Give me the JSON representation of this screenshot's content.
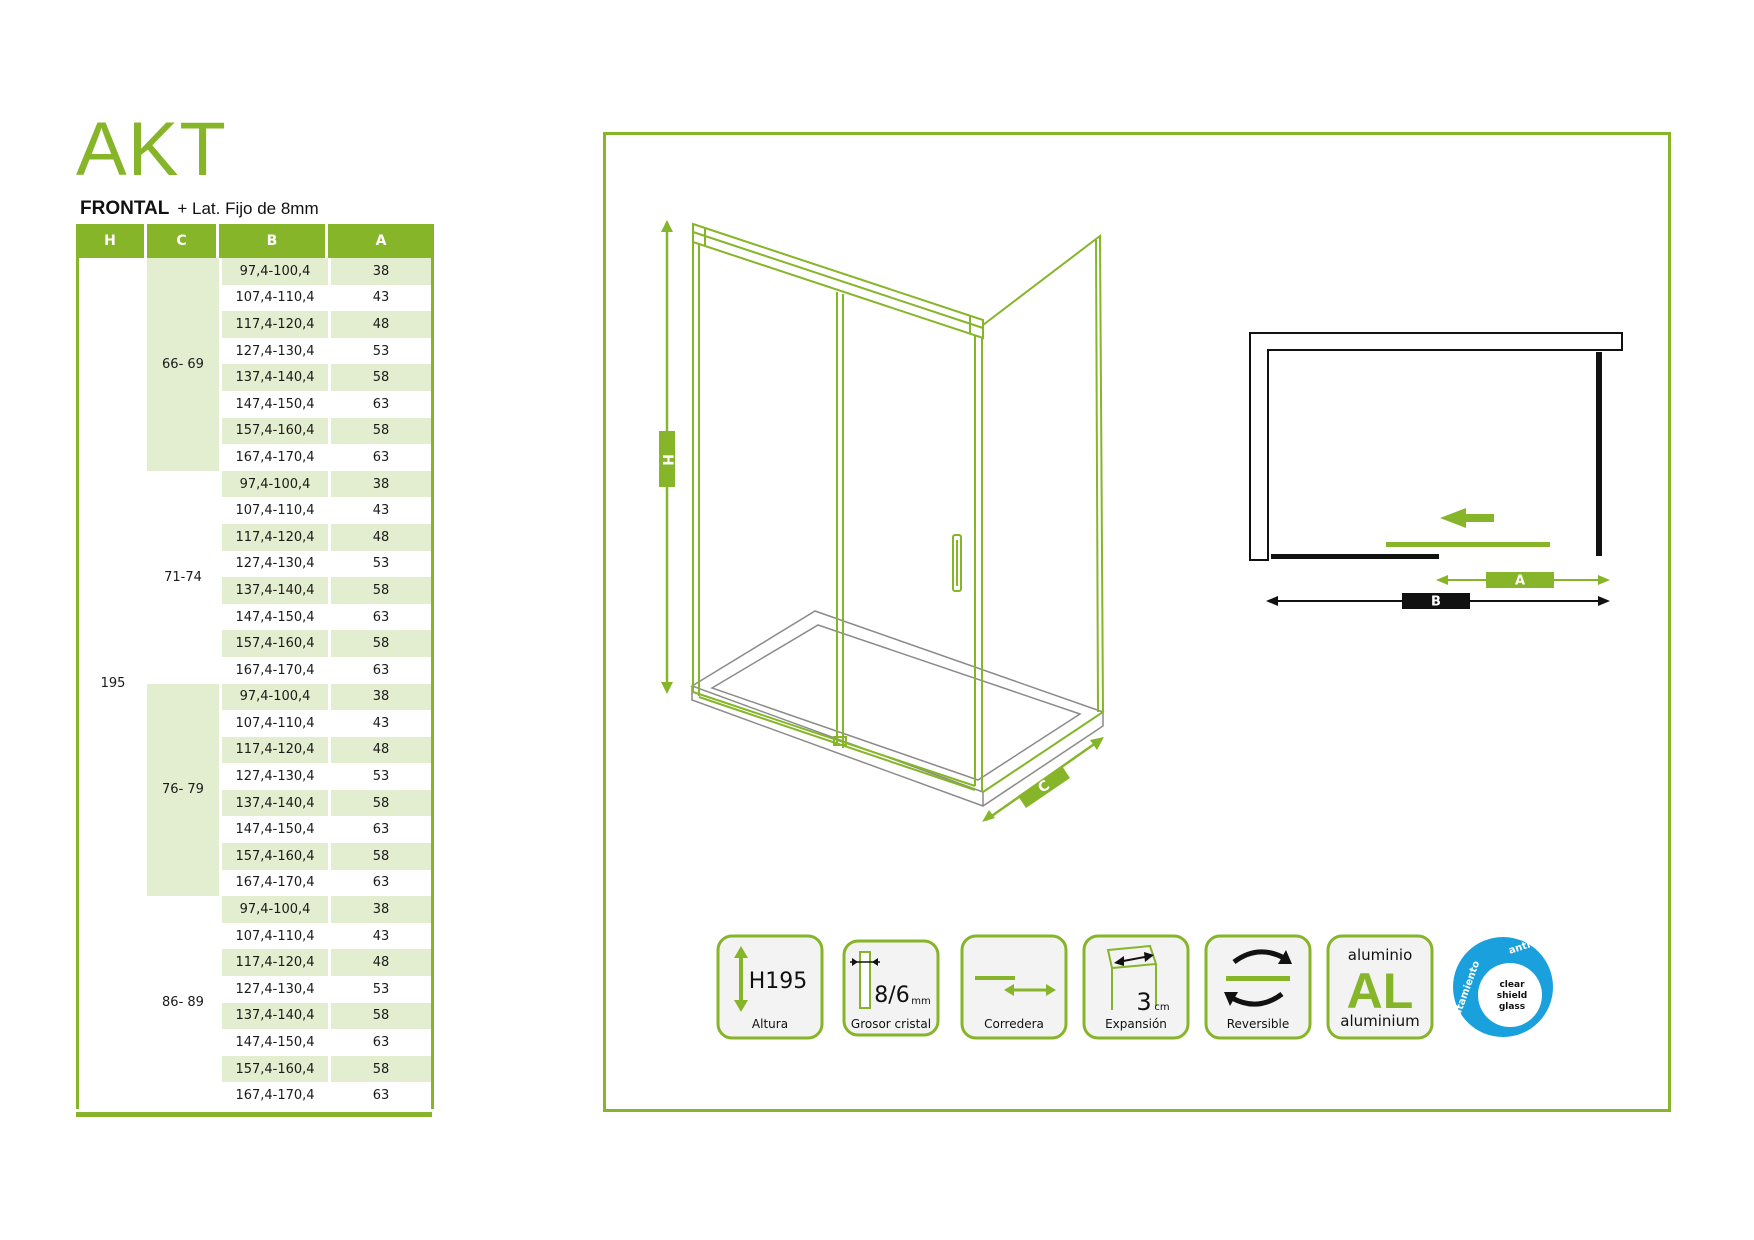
{
  "product": {
    "name": "AKT",
    "variant": "FRONTAL",
    "variant_detail": "+ Lat. Fijo de 8mm"
  },
  "table": {
    "headers": [
      "H",
      "C",
      "B",
      "A"
    ],
    "height_value": "195",
    "groups": [
      {
        "c": "66- 69",
        "rows": [
          {
            "b": "97,4-100,4",
            "a": "38"
          },
          {
            "b": "107,4-110,4",
            "a": "43"
          },
          {
            "b": "117,4-120,4",
            "a": "48"
          },
          {
            "b": "127,4-130,4",
            "a": "53"
          },
          {
            "b": "137,4-140,4",
            "a": "58"
          },
          {
            "b": "147,4-150,4",
            "a": "63"
          },
          {
            "b": "157,4-160,4",
            "a": "58"
          },
          {
            "b": "167,4-170,4",
            "a": "63"
          }
        ]
      },
      {
        "c": "71-74",
        "rows": [
          {
            "b": "97,4-100,4",
            "a": "38"
          },
          {
            "b": "107,4-110,4",
            "a": "43"
          },
          {
            "b": "117,4-120,4",
            "a": "48"
          },
          {
            "b": "127,4-130,4",
            "a": "53"
          },
          {
            "b": "137,4-140,4",
            "a": "58"
          },
          {
            "b": "147,4-150,4",
            "a": "63"
          },
          {
            "b": "157,4-160,4",
            "a": "58"
          },
          {
            "b": "167,4-170,4",
            "a": "63"
          }
        ]
      },
      {
        "c": "76- 79",
        "rows": [
          {
            "b": "97,4-100,4",
            "a": "38"
          },
          {
            "b": "107,4-110,4",
            "a": "43"
          },
          {
            "b": "117,4-120,4",
            "a": "48"
          },
          {
            "b": "127,4-130,4",
            "a": "53"
          },
          {
            "b": "137,4-140,4",
            "a": "58"
          },
          {
            "b": "147,4-150,4",
            "a": "63"
          },
          {
            "b": "157,4-160,4",
            "a": "58"
          },
          {
            "b": "167,4-170,4",
            "a": "63"
          }
        ]
      },
      {
        "c": "86- 89",
        "rows": [
          {
            "b": "97,4-100,4",
            "a": "38"
          },
          {
            "b": "107,4-110,4",
            "a": "43"
          },
          {
            "b": "117,4-120,4",
            "a": "48"
          },
          {
            "b": "127,4-130,4",
            "a": "53"
          },
          {
            "b": "137,4-140,4",
            "a": "58"
          },
          {
            "b": "147,4-150,4",
            "a": "63"
          },
          {
            "b": "157,4-160,4",
            "a": "58"
          },
          {
            "b": "167,4-170,4",
            "a": "63"
          }
        ]
      }
    ]
  },
  "diagram": {
    "dim_h": "H",
    "dim_c": "C",
    "dim_a": "A",
    "dim_b": "B"
  },
  "features": {
    "height": {
      "value": "H195",
      "label": "Altura"
    },
    "glass": {
      "value": "8/6",
      "unit": "mm",
      "label": "Grosor cristal"
    },
    "sliding": {
      "label": "Corredera"
    },
    "expansion": {
      "value": "3",
      "unit": "cm",
      "label": "Expansión"
    },
    "reversible": {
      "label": "Reversible"
    },
    "aluminium": {
      "top": "aluminio",
      "mark": "AL",
      "bottom": "aluminium"
    },
    "anticalc": {
      "ring_top": "antical",
      "ring_side": "tratamiento",
      "center_1": "clear",
      "center_2": "shield",
      "center_3": "glass"
    }
  },
  "colors": {
    "brand_green": "#86b52a",
    "row_shade": "#e3edcf",
    "badge_blue": "#1aa0dc"
  }
}
